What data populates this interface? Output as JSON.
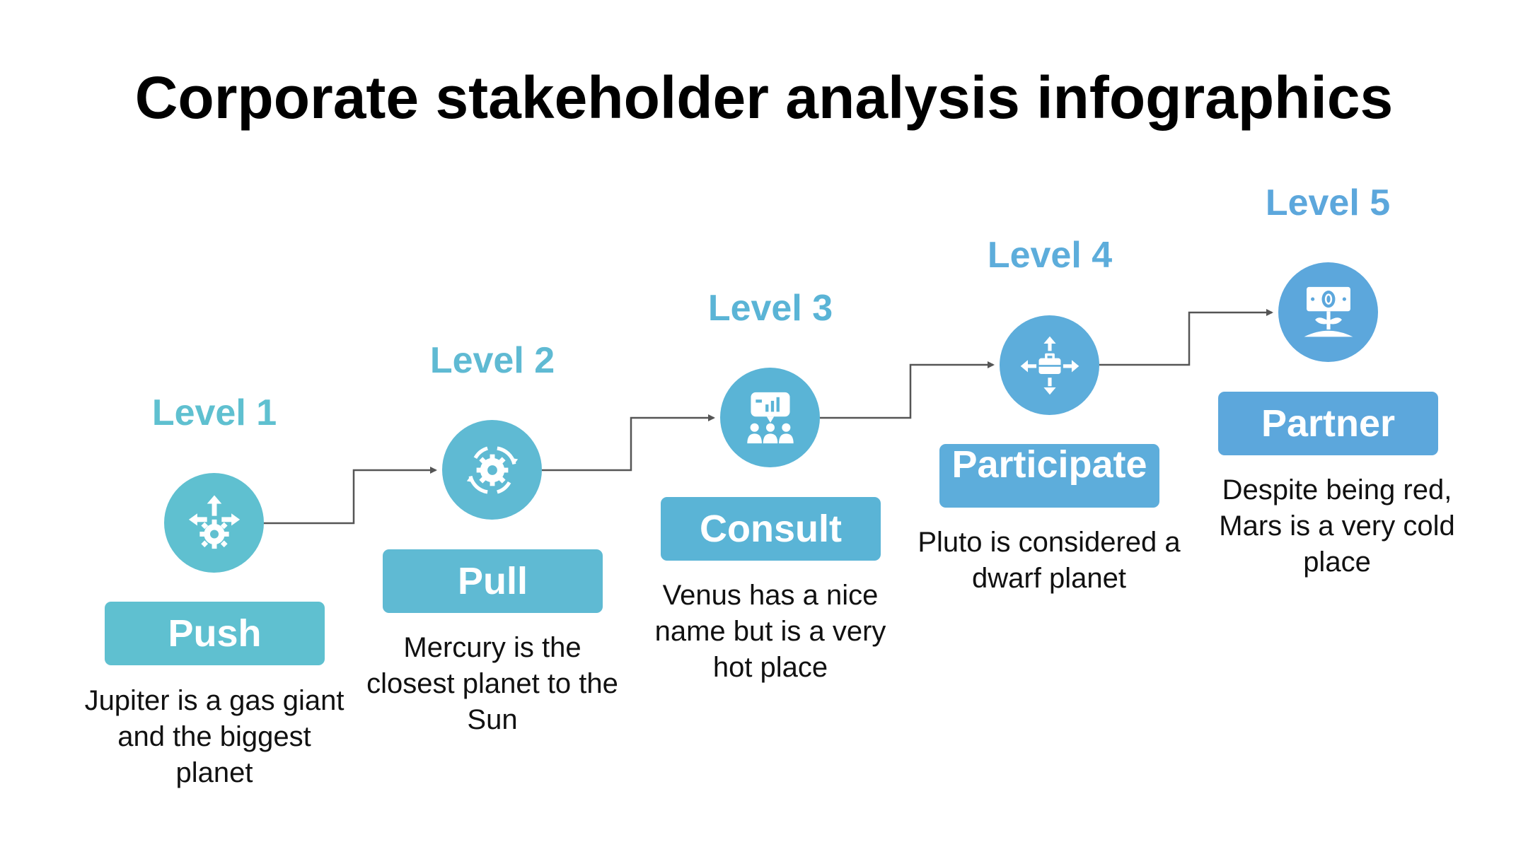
{
  "title": "Corporate stakeholder analysis infographics",
  "colors": {
    "teal": "#5fc0d0",
    "sky": "#5ab4d6",
    "blue": "#5ca7dc",
    "connector": "#555555"
  },
  "steps": [
    {
      "level": "Level 1",
      "name": "Push",
      "description": "Jupiter is a gas giant and the biggest planet",
      "icon": "gear-with-arrows-icon",
      "color": "#5fc0d0"
    },
    {
      "level": "Level 2",
      "name": "Pull",
      "description": "Mercury is the closest planet to the Sun",
      "icon": "gear-cycle-icon",
      "color": "#5fbad3"
    },
    {
      "level": "Level 3",
      "name": "Consult",
      "description": "Venus has a nice name but is a very hot place",
      "icon": "meeting-presentation-icon",
      "color": "#5ab4d6"
    },
    {
      "level": "Level 4",
      "name": "Participate",
      "description": "Pluto is considered a dwarf planet",
      "icon": "briefcase-arrows-icon",
      "color": "#5daddb"
    },
    {
      "level": "Level 5",
      "name": "Partner",
      "description": "Despite being red, Mars is a very cold place",
      "icon": "money-growth-icon",
      "color": "#5ca7dc"
    }
  ]
}
